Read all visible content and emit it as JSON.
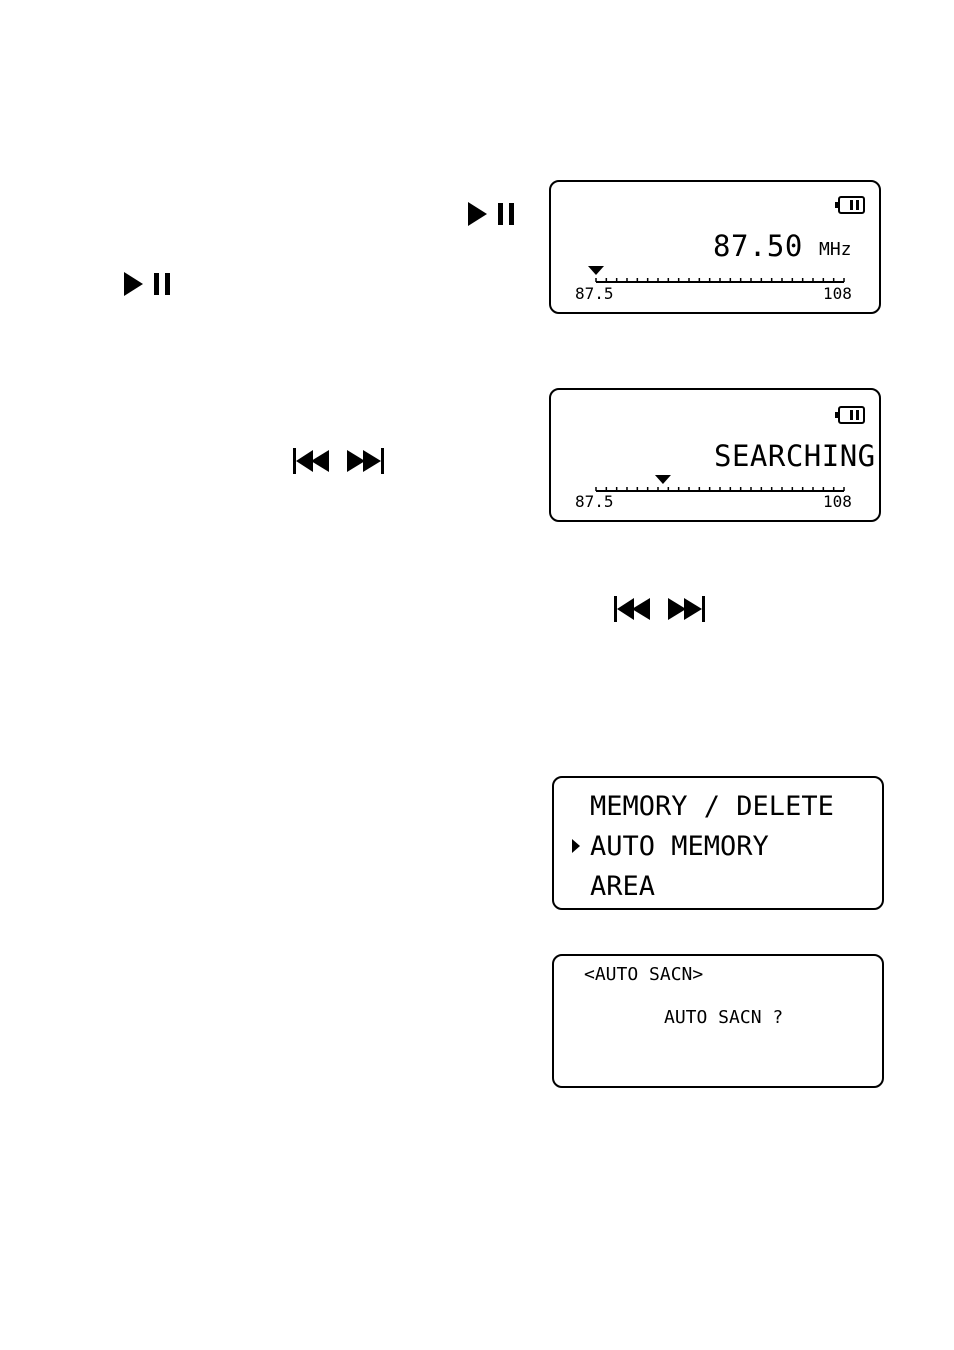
{
  "icons": {
    "play_pause_1": "play-pause-icon",
    "play_pause_2": "play-pause-icon",
    "skip_pair_1": "skip-back-forward-icons",
    "skip_pair_2": "skip-back-forward-icons",
    "battery": "battery-icon"
  },
  "lcd_frequency": {
    "frequency": "87.50",
    "unit": "MHz",
    "scale_min": "87.5",
    "scale_max": "108",
    "marker_fraction": 0.0
  },
  "lcd_searching": {
    "status": "SEARCHING",
    "scale_min": "87.5",
    "scale_max": "108",
    "marker_fraction": 0.27
  },
  "lcd_menu": {
    "items": [
      {
        "label": "MEMORY / DELETE",
        "selected": false
      },
      {
        "label": "AUTO MEMORY",
        "selected": true
      },
      {
        "label": "AREA",
        "selected": false
      }
    ]
  },
  "lcd_auto_scan": {
    "title": "<AUTO SACN>",
    "prompt": "AUTO SACN ?"
  }
}
